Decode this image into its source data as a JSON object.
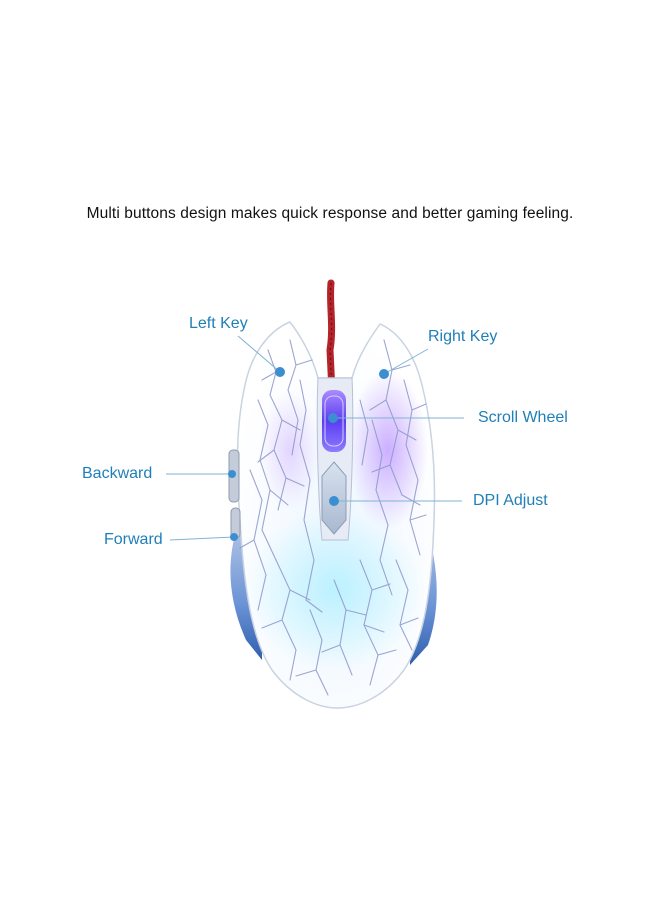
{
  "headline": "Multi buttons design makes quick response and better gaming feeling.",
  "callouts": {
    "left_key": "Left Key",
    "right_key": "Right Key",
    "scroll_wheel": "Scroll Wheel",
    "backward": "Backward",
    "dpi_adjust": "DPI Adjust",
    "forward": "Forward"
  },
  "colors": {
    "callout_text": "#1f7fb8",
    "leader_line": "#7fb3d3",
    "marker_dot": "#3b8fd0",
    "cable": "#b3232a",
    "wheel_glow": "#7a5cff",
    "side_glow": "#5d8fdb"
  }
}
